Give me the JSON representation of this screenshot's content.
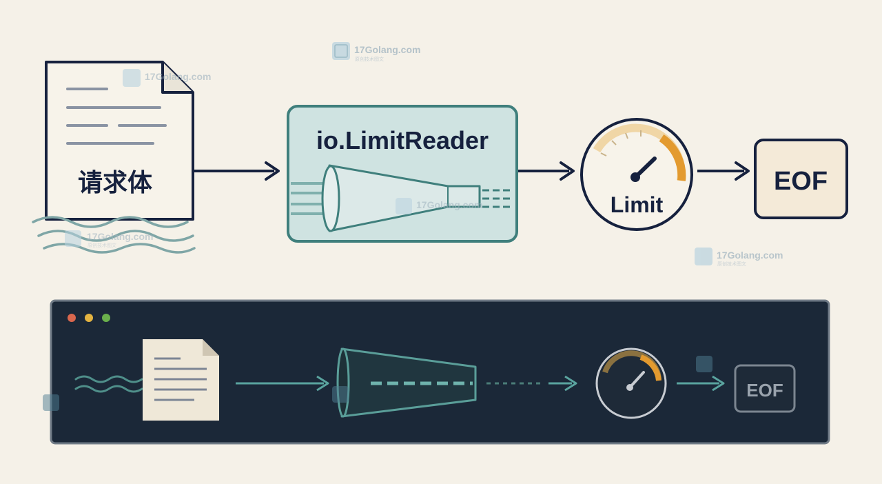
{
  "document": {
    "label": "请求体"
  },
  "limit_reader": {
    "title": "io.LimitReader"
  },
  "gauge": {
    "label": "Limit"
  },
  "eof": {
    "label": "EOF"
  },
  "terminal": {
    "eof_label": "EOF",
    "dots": [
      "#d9674e",
      "#e3b341",
      "#6ab04c"
    ]
  },
  "watermark": {
    "brand": "17Golang.com",
    "tagline": "原创技术图文"
  },
  "colors": {
    "navy": "#16213e",
    "teal": "#3f7f7c",
    "gauge_orange": "#e39a2f",
    "panel_bg": "#1b2838"
  }
}
